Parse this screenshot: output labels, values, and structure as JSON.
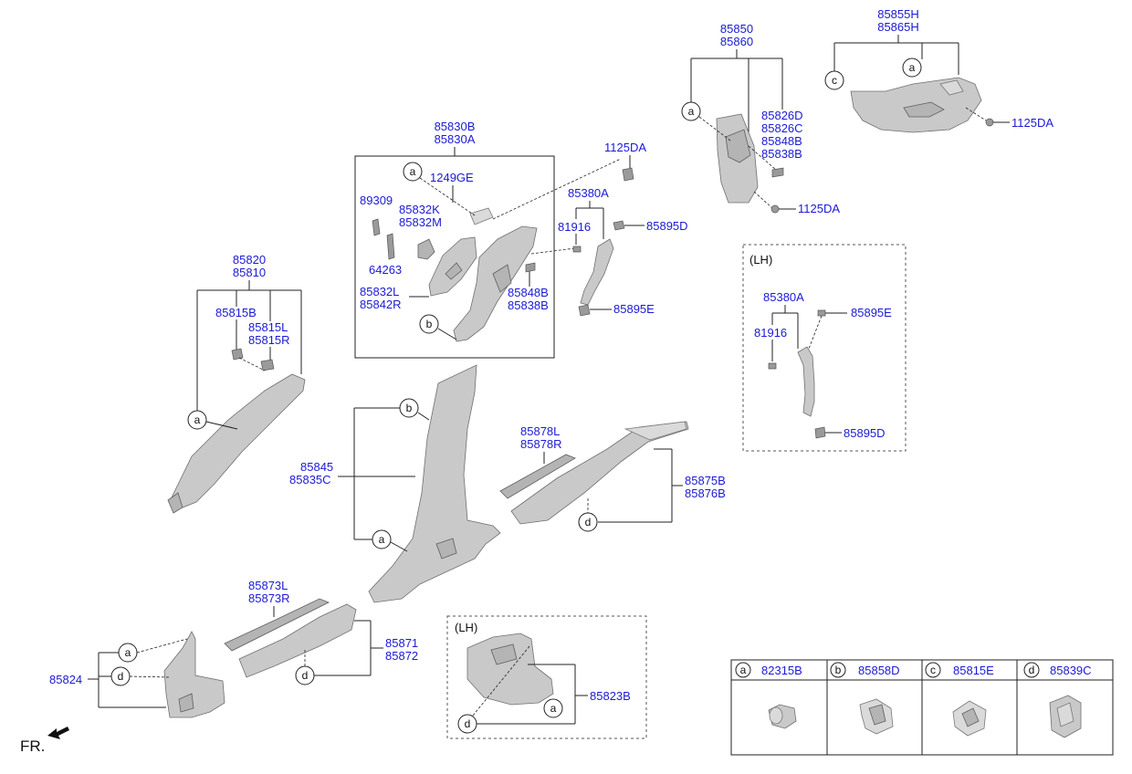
{
  "labels": {
    "p85850": "85850",
    "p85860": "85860",
    "p85855H": "85855H",
    "p85865H": "85865H",
    "p85826D": "85826D",
    "p85826C": "85826C",
    "p85848B_top": "85848B",
    "p85838B_top": "85838B",
    "p1125DA_top": "1125DA",
    "p1125DA_right": "1125DA",
    "p1125DA_mid": "1125DA",
    "p85830B": "85830B",
    "p85830A": "85830A",
    "p1249GE": "1249GE",
    "p89309": "89309",
    "p85832K": "85832K",
    "p85832M": "85832M",
    "p64263": "64263",
    "p85832L": "85832L",
    "p85842R": "85842R",
    "p85848B": "85848B",
    "p85838B": "85838B",
    "p85380A": "85380A",
    "p81916": "81916",
    "p85895D": "85895D",
    "p85895E": "85895E",
    "lh_85380A": "85380A",
    "lh_81916": "81916",
    "lh_85895E": "85895E",
    "lh_85895D": "85895D",
    "p85820": "85820",
    "p85810": "85810",
    "p85815B": "85815B",
    "p85815L": "85815L",
    "p85815R": "85815R",
    "p85845": "85845",
    "p85835C": "85835C",
    "p85878L": "85878L",
    "p85878R": "85878R",
    "p85875B": "85875B",
    "p85876B": "85876B",
    "p85873L": "85873L",
    "p85873R": "85873R",
    "p85871": "85871",
    "p85872": "85872",
    "p85824": "85824",
    "p85823B": "85823B",
    "lh_tag_1": "(LH)",
    "lh_tag_2": "(LH)",
    "fr": "FR."
  },
  "callouts": {
    "a": "a",
    "b": "b",
    "c": "c",
    "d": "d"
  },
  "legend": [
    {
      "letter": "a",
      "part": "82315B"
    },
    {
      "letter": "b",
      "part": "85858D"
    },
    {
      "letter": "c",
      "part": "85815E"
    },
    {
      "letter": "d",
      "part": "85839C"
    }
  ],
  "colors": {
    "part_number": "#1a1ad6",
    "line": "#222222",
    "part_fill": "#c9c9c9"
  }
}
